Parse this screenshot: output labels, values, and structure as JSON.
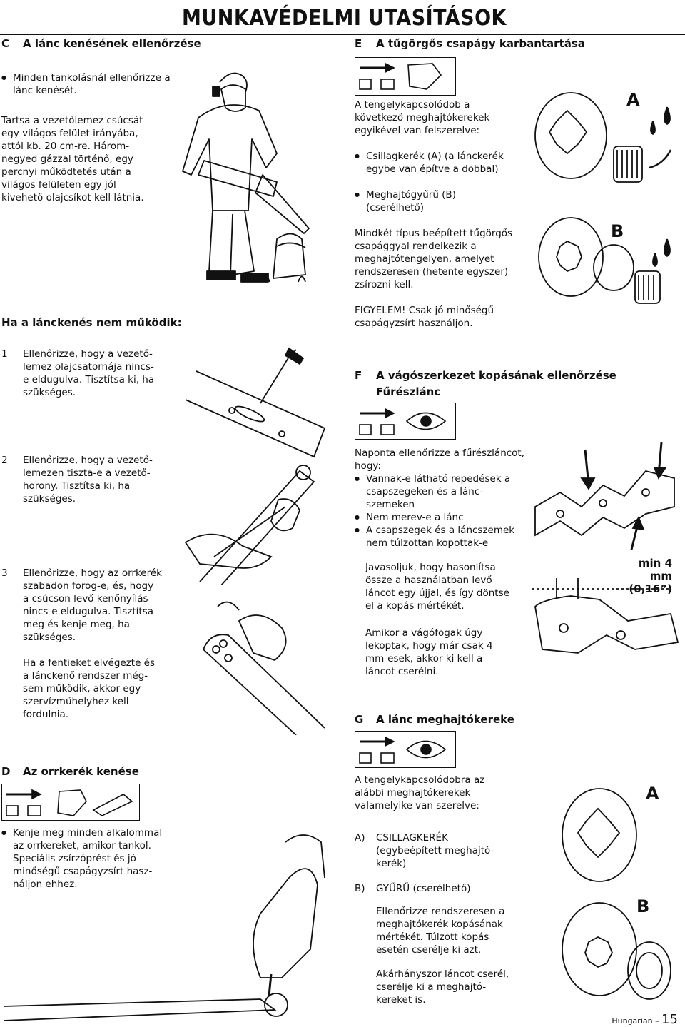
{
  "header": {
    "title": "MUNKAVÉDELMI UTASÍTÁSOK"
  },
  "left": {
    "c": {
      "letter": "C",
      "title": "A lánc kenésének ellenőrzése",
      "bullet": "Minden tankolásnál ellenőrizze a lánc kenését.",
      "para": [
        "Tartsa a vezetőlemez csúcsát",
        "egy világos felület irányába,",
        "attól kb. 20 cm-re. Három-",
        "negyed gázzal történő, egy",
        "percnyi működtetés után a",
        "világos felületen egy jól",
        "kivehető olajcsíkot kell látnia."
      ]
    },
    "fail_title": "Ha a lánckenés nem működik:",
    "steps": [
      {
        "num": "1",
        "lines": [
          "Ellenőrizze, hogy a vezető-",
          "lemez olajcsatornája nincs-",
          "e eldugulva. Tisztítsa ki, ha",
          "szükséges."
        ]
      },
      {
        "num": "2",
        "lines": [
          "Ellenőrizze, hogy a vezető-",
          "lemezen tiszta-e a vezető-",
          "horony. Tisztítsa ki, ha",
          "szükséges."
        ]
      },
      {
        "num": "3",
        "lines": [
          "Ellenőrizze, hogy az orrkerék",
          "szabadon forog-e, és, hogy",
          "a csúcson levő kenőnyílás",
          "nincs-e eldugulva. Tisztítsa",
          "meg és kenje meg, ha",
          "szükséges."
        ]
      }
    ],
    "after": [
      "Ha a fentieket elvégezte és",
      "a lánckenő rendszer még-",
      "sem működik, akkor egy",
      "szervízműhelyhez kell",
      "fordulnia."
    ],
    "d": {
      "letter": "D",
      "title": "Az orrkerék kenése",
      "bullet": [
        "Kenje meg minden alkalommal",
        "az orrkereket, amikor tankol.",
        "Speciális zsírzóprést és jó",
        "minőségű csapágyzsírt hasz-",
        "náljon ehhez."
      ]
    }
  },
  "right": {
    "e": {
      "letter": "E",
      "title": "A tűgörgős csapágy karbantartása",
      "intro": [
        "A tengelykapcsolódob a",
        "következő meghajtókerekek",
        "egyikével van felszerelve:"
      ],
      "bullets": [
        [
          "Csillagkerék (A) (a lánckerék",
          "egybe van építve a dobbal)"
        ],
        [
          "Meghajtógyűrű (B)",
          "(cserélhető)"
        ]
      ],
      "para": [
        "Mindkét típus beépített tűgörgős",
        "csapággyal rendelkezik a",
        "meghajtótengelyen, amelyet",
        "rendszeresen (hetente egyszer)",
        "zsírozni kell."
      ],
      "warn": [
        "FIGYELEM! Csak jó minőségű",
        "csapágyzsírt használjon."
      ],
      "label_a": "A",
      "label_b": "B"
    },
    "f": {
      "letter": "F",
      "title": "A vágószerkezet kopásának ellenőrzése",
      "subtitle": "Fűrészlánc",
      "intro": [
        "Naponta ellenőrizze a fűrészláncot,",
        "hogy:"
      ],
      "bullets": [
        [
          "Vannak-e látható repedések a",
          "csapszegeken és a lánc-",
          "szemeken"
        ],
        [
          "Nem merev-e a lánc"
        ],
        [
          "A csapszegek és a láncszemek",
          "nem túlzottan kopottak-e"
        ]
      ],
      "para1": [
        "Javasoljuk, hogy hasonlítsa",
        "össze a használatban levő",
        "láncot egy újjal, és így döntse",
        "el a kopás mértékét."
      ],
      "para2": [
        "Amikor a vágófogak úgy",
        "lekoptak, hogy már csak 4",
        "mm-esek, akkor ki kell a",
        "láncot cserélni."
      ],
      "min_label": "min 4 mm",
      "min_inch": "(0,16”)"
    },
    "g": {
      "letter": "G",
      "title": "A lánc meghajtókereke",
      "intro": [
        "A tengelykapcsolódobra az",
        "alábbi meghajtókerekek",
        "valamelyike van szerelve:"
      ],
      "items": [
        {
          "key": "A)",
          "lines": [
            "CSILLAGKERÉK",
            "(egybeépített meghajtó-",
            "kerék)"
          ]
        },
        {
          "key": "B)",
          "lines": [
            "GYŰRŰ (cserélhető)"
          ]
        }
      ],
      "para1": [
        "Ellenőrizze rendszeresen a",
        "meghajtókerék kopásának",
        "mértékét. Túlzott kopás",
        "esetén cserélje ki azt."
      ],
      "para2": [
        "Akárhányszor láncot cserél,",
        "cserélje ki a meghajtó-",
        "kereket is."
      ],
      "label_a": "A",
      "label_b": "B"
    }
  },
  "footer": {
    "lang": "Hungarian",
    "dash": "–",
    "page": "15"
  }
}
